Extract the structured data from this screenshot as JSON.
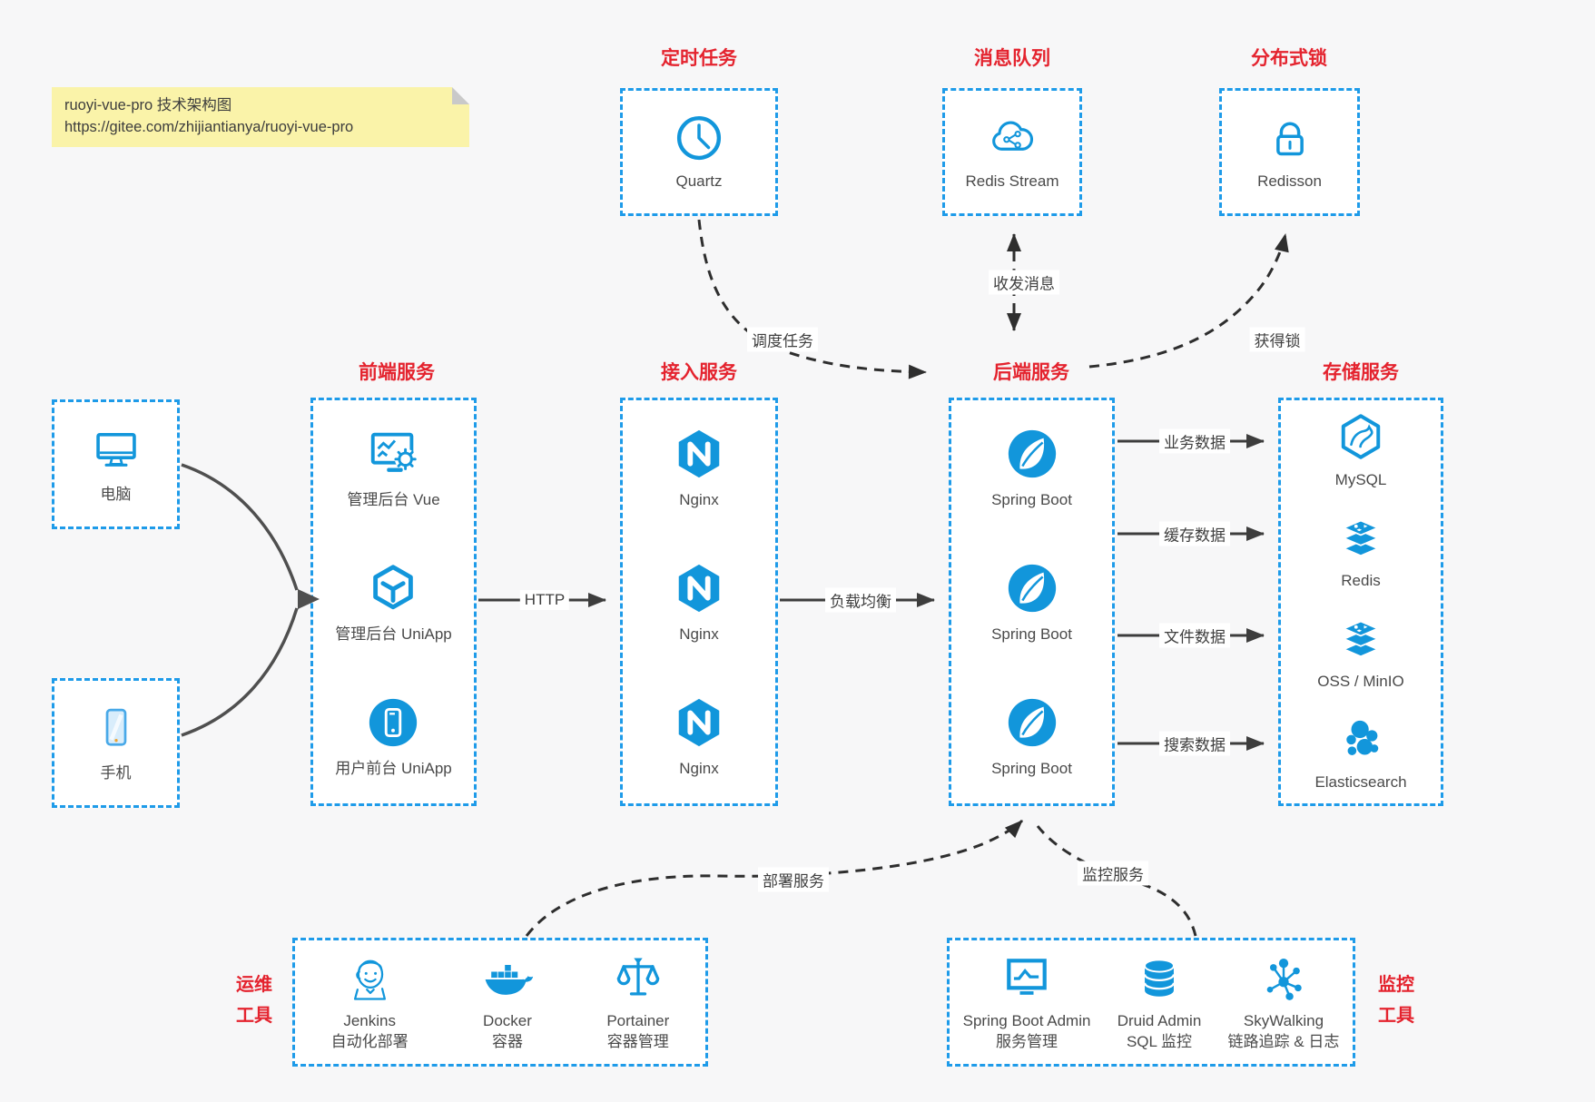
{
  "note": {
    "line1": "ruoyi-vue-pro 技术架构图",
    "line2": "https://gitee.com/zhijiantianya/ruoyi-vue-pro"
  },
  "top": {
    "scheduler": {
      "title": "定时任务",
      "label": "Quartz",
      "icon": "clock-icon"
    },
    "mq": {
      "title": "消息队列",
      "label": "Redis Stream",
      "icon": "cloud-stream-icon"
    },
    "lock": {
      "title": "分布式锁",
      "label": "Redisson",
      "icon": "lock-icon"
    }
  },
  "clients": {
    "pc": {
      "label": "电脑",
      "icon": "computer-icon"
    },
    "mobile": {
      "label": "手机",
      "icon": "phone-icon"
    }
  },
  "columns": {
    "frontend": {
      "title": "前端服务",
      "items": [
        {
          "label": "管理后台 Vue",
          "icon": "admin-vue-icon"
        },
        {
          "label": "管理后台 UniApp",
          "icon": "uniapp-cube-icon"
        },
        {
          "label": "用户前台 UniApp",
          "icon": "user-app-icon"
        }
      ]
    },
    "gateway": {
      "title": "接入服务",
      "items": [
        {
          "label": "Nginx",
          "icon": "nginx-icon"
        },
        {
          "label": "Nginx",
          "icon": "nginx-icon"
        },
        {
          "label": "Nginx",
          "icon": "nginx-icon"
        }
      ]
    },
    "backend": {
      "title": "后端服务",
      "items": [
        {
          "label": "Spring Boot",
          "icon": "spring-leaf-icon"
        },
        {
          "label": "Spring Boot",
          "icon": "spring-leaf-icon"
        },
        {
          "label": "Spring Boot",
          "icon": "spring-leaf-icon"
        }
      ]
    },
    "storage": {
      "title": "存储服务",
      "items": [
        {
          "label": "MySQL",
          "icon": "mysql-dolphin-icon"
        },
        {
          "label": "Redis",
          "icon": "redis-stack-icon"
        },
        {
          "label": "OSS / MinIO",
          "icon": "redis-stack-icon"
        },
        {
          "label": "Elasticsearch",
          "icon": "elasticsearch-icon"
        }
      ]
    }
  },
  "edges": {
    "http": "HTTP",
    "load_balance": "负载均衡",
    "business_data": "业务数据",
    "cache_data": "缓存数据",
    "file_data": "文件数据",
    "search_data": "搜索数据",
    "schedule_task": "调度任务",
    "send_receive_msg": "收发消息",
    "acquire_lock": "获得锁",
    "deploy_service": "部署服务",
    "monitor_service": "监控服务"
  },
  "ops": {
    "side_title": [
      "运维",
      "工具"
    ],
    "items": [
      {
        "name": "Jenkins",
        "desc": "自动化部署",
        "icon": "jenkins-icon"
      },
      {
        "name": "Docker",
        "desc": "容器",
        "icon": "docker-whale-icon"
      },
      {
        "name": "Portainer",
        "desc": "容器管理",
        "icon": "scales-icon"
      }
    ]
  },
  "monitoring": {
    "side_title": [
      "监控",
      "工具"
    ],
    "items": [
      {
        "name": "Spring Boot Admin",
        "desc": "服务管理",
        "icon": "monitor-chart-icon"
      },
      {
        "name": "Druid Admin",
        "desc": "SQL 监控",
        "icon": "database-icon"
      },
      {
        "name": "SkyWalking",
        "desc": "链路追踪 & 日志",
        "icon": "molecule-icon"
      }
    ]
  },
  "colors": {
    "accent_blue": "#1296db",
    "border_blue": "#1e9be9",
    "title_red": "#e4232e",
    "note_yellow": "#faf3a9",
    "arrow_dark": "#3d3d3d",
    "background": "#f7f7f8"
  }
}
